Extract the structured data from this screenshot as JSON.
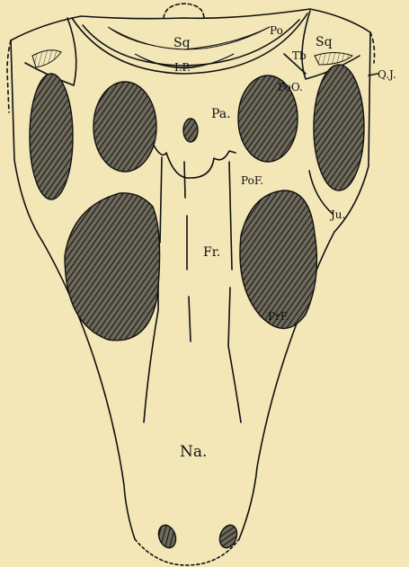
{
  "figure": {
    "background": "#f3e6b7",
    "ink": "#111111",
    "labels": {
      "sq_center": "Sq",
      "ip": "I.P.",
      "po": "Po",
      "sq_right": "Sq",
      "tb": "Tb",
      "poo": "PoO.",
      "qj": "Q.J.",
      "pa": "Pa.",
      "pof": "PoF.",
      "ju": "Ju.",
      "fr": "Fr.",
      "prf": "PrF.",
      "na": "Na."
    }
  }
}
